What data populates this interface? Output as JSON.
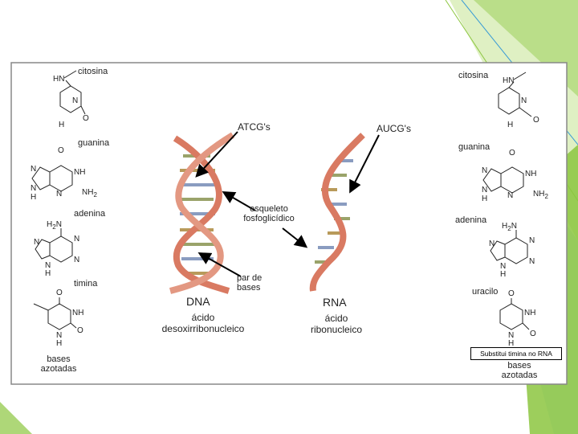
{
  "slide": {
    "accent_color": "#8cc63f",
    "accent_color_light": "#d7ecb4",
    "accent_blue": "#3a9bd5"
  },
  "labels": {
    "left": {
      "cytosine": "citosina",
      "guanine": "guanina",
      "adenine": "adenina",
      "thymine": "timina",
      "bases": [
        "bases",
        "azotadas"
      ]
    },
    "right": {
      "cytosine": "citosina",
      "guanine": "guanina",
      "adenine": "adenina",
      "uracil": "uracilo",
      "note": "Substitui timina no RNA",
      "bases": [
        "bases",
        "azotadas"
      ]
    },
    "center": {
      "atcg": "ATCG's",
      "aucg": "AUCG's",
      "backbone": [
        "esqueleto",
        "fosfoglicídico"
      ],
      "base_pair": [
        "par de",
        "bases"
      ],
      "dna": "DNA",
      "dna_name": [
        "ácido",
        "desoxirribonucleico"
      ],
      "rna": "RNA",
      "rna_name": [
        "ácido",
        "ribonucleico"
      ]
    }
  },
  "chem": {
    "cytosine": {
      "nh": "HN",
      "n": "N",
      "o": "O",
      "h": "H"
    },
    "guanine": {
      "o": "O",
      "n": "N",
      "nh": "NH",
      "nh2": "NH",
      "sub2": "2",
      "h": "H"
    },
    "adenine": {
      "h2n": "H",
      "sub2": "2",
      "n_amine": "N",
      "n": "N",
      "h": "H"
    },
    "thymine": {
      "o": "O",
      "nh": "NH",
      "n": "N",
      "h": "H"
    },
    "uracil": {
      "o": "O",
      "nh": "NH",
      "n": "N",
      "h": "H"
    }
  }
}
